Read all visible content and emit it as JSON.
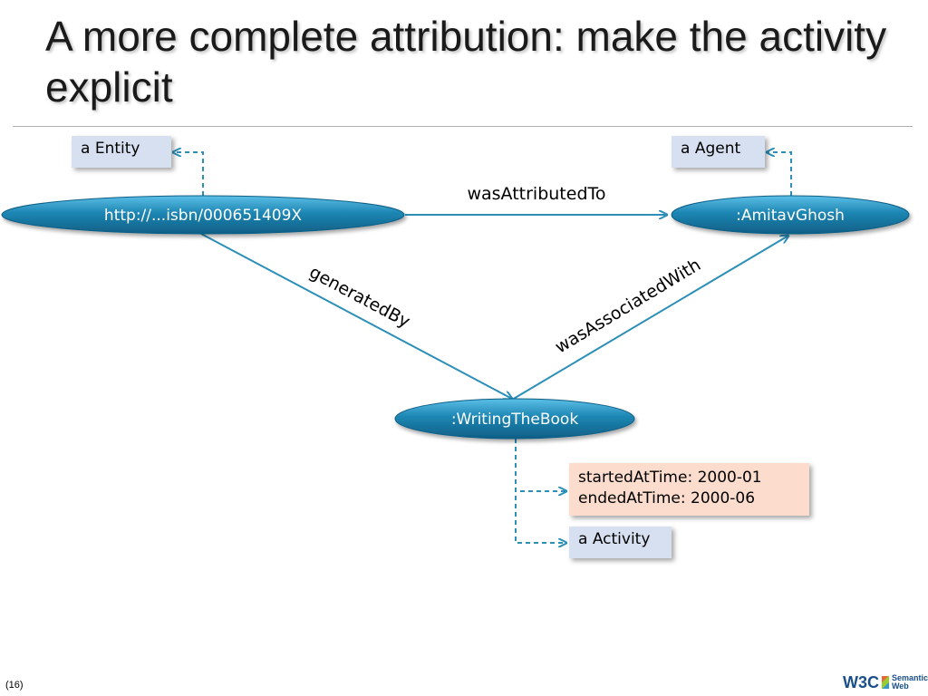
{
  "title": "A more complete attribution: make the activity explicit",
  "nodes": {
    "book": "http://...isbn/000651409X",
    "agent": ":AmitavGhosh",
    "activity": ":WritingTheBook"
  },
  "edges": {
    "attributed": "wasAttributedTo",
    "generated": "generatedBy",
    "associated": "wasAssociatedWith"
  },
  "types": {
    "entity": "a Entity",
    "agent": "a Agent",
    "activity": "a Activity"
  },
  "times": {
    "started": "startedAtTime: 2000-01",
    "ended": "endedAtTime: 2000-06"
  },
  "footer": {
    "page_number": "(16)",
    "logo_w3c": "W3C",
    "logo_line1": "Semantic",
    "logo_line2": "Web"
  },
  "colors": {
    "ellipse": "#1d86b3",
    "arrow": "#2b8fb8",
    "type_box": "#d7e0f0",
    "time_box": "#fbdccd"
  }
}
